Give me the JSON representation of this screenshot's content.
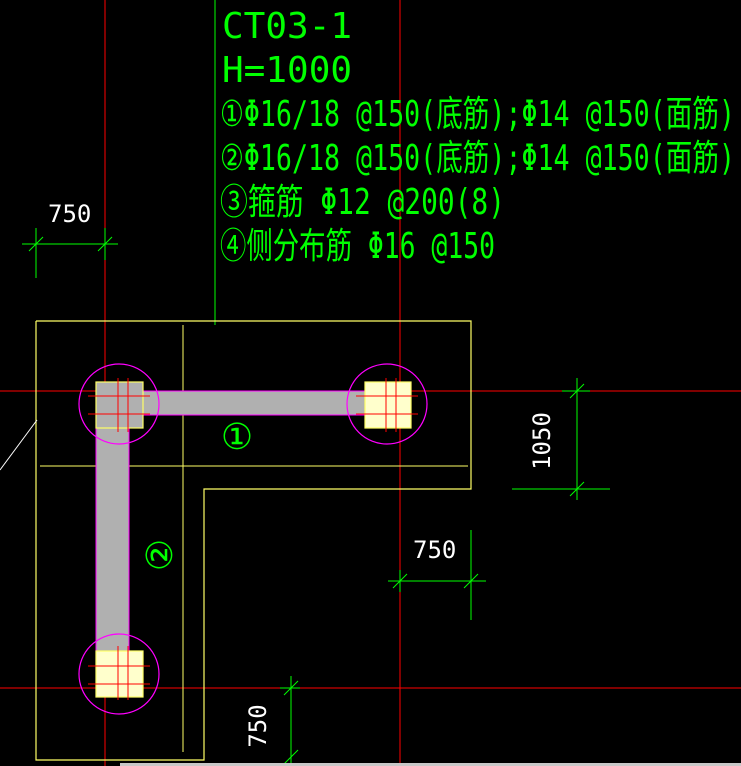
{
  "cap": {
    "title": "CT03-1",
    "height": "H=1000",
    "rebar_lines": [
      "①Φ16/18 @150(底筋);Φ14 @150(面筋)",
      "②Φ16/18 @150(底筋);Φ14 @150(面筋)",
      "③箍筋  Φ12 @200(8)",
      "④侧分布筋  Φ16 @150"
    ]
  },
  "beam_labels": {
    "horizontal": "①",
    "vertical": "②"
  },
  "dimensions": {
    "top_left": "750",
    "right_width": "750",
    "right_height": "1050",
    "bottom_height": "750"
  },
  "colors": {
    "background": "#000000",
    "text": "#00ff00",
    "axis": "#ff0000",
    "outline": "#ffff66",
    "beam_fill": "#b0b0b0",
    "beam_edge": "#ff00ff",
    "pile_circle": "#ff00ff",
    "pile_fill": "#ffffcc",
    "dimension_line": "#00ff00",
    "leader": "#ffffff"
  }
}
